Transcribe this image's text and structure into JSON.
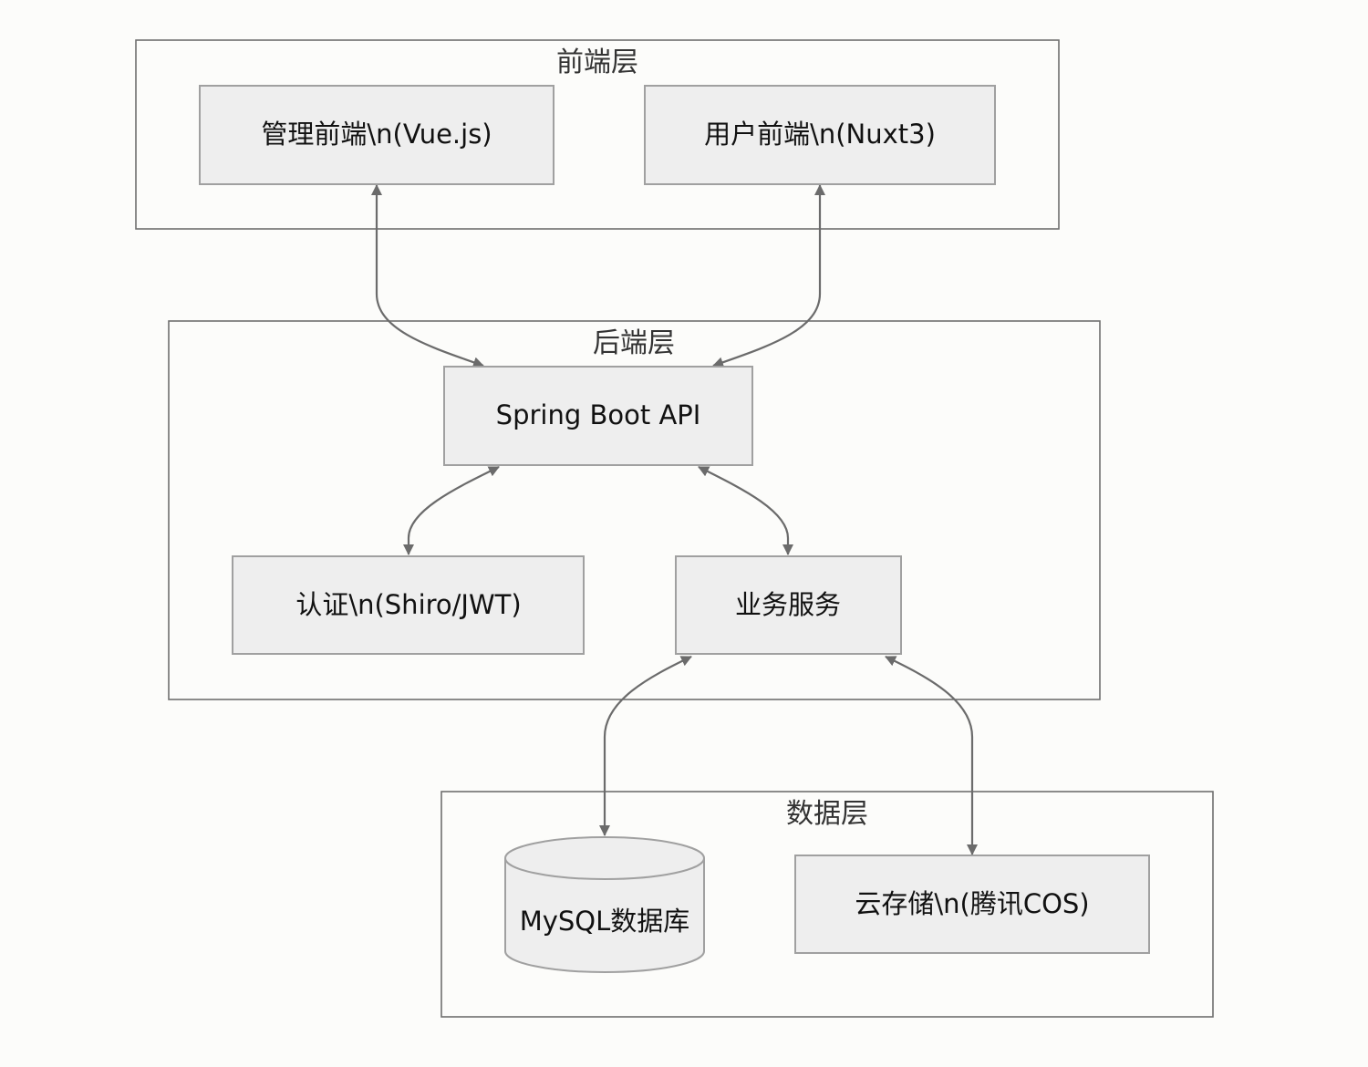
{
  "clusters": {
    "frontend": {
      "label": "前端层"
    },
    "backend": {
      "label": "后端层"
    },
    "data": {
      "label": "数据层"
    }
  },
  "nodes": {
    "admin_frontend": {
      "label": "管理前端\\n(Vue.js)"
    },
    "user_frontend": {
      "label": "用户前端\\n(Nuxt3)"
    },
    "spring_boot_api": {
      "label": "Spring Boot API"
    },
    "auth": {
      "label": "认证\\n(Shiro/JWT)"
    },
    "business_service": {
      "label": "业务服务"
    },
    "mysql": {
      "label": "MySQL数据库"
    },
    "cloud_storage": {
      "label": "云存储\\n(腾讯COS)"
    }
  },
  "edges": [
    {
      "from": "admin_frontend",
      "to": "spring_boot_api",
      "direction": "both"
    },
    {
      "from": "user_frontend",
      "to": "spring_boot_api",
      "direction": "both"
    },
    {
      "from": "spring_boot_api",
      "to": "auth",
      "direction": "both"
    },
    {
      "from": "spring_boot_api",
      "to": "business_service",
      "direction": "both"
    },
    {
      "from": "business_service",
      "to": "mysql",
      "direction": "both"
    },
    {
      "from": "business_service",
      "to": "cloud_storage",
      "direction": "both"
    }
  ]
}
